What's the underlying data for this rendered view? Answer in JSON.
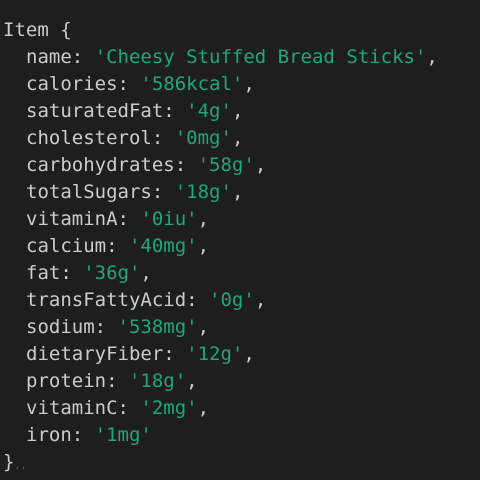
{
  "object": {
    "class_name": "Item",
    "open_brace": "{",
    "close_brace": "}",
    "trailing": ",,",
    "fields": [
      {
        "key": "name",
        "value": "'Cheesy Stuffed Bread Sticks'"
      },
      {
        "key": "calories",
        "value": "'586kcal'"
      },
      {
        "key": "saturatedFat",
        "value": "'4g'"
      },
      {
        "key": "cholesterol",
        "value": "'0mg'"
      },
      {
        "key": "carbohydrates",
        "value": "'58g'"
      },
      {
        "key": "totalSugars",
        "value": "'18g'"
      },
      {
        "key": "vitaminA",
        "value": "'0iu'"
      },
      {
        "key": "calcium",
        "value": "'40mg'"
      },
      {
        "key": "fat",
        "value": "'36g'"
      },
      {
        "key": "transFattyAcid",
        "value": "'0g'"
      },
      {
        "key": "sodium",
        "value": "'538mg'"
      },
      {
        "key": "dietaryFiber",
        "value": "'12g'"
      },
      {
        "key": "protein",
        "value": "'18g'"
      },
      {
        "key": "vitaminC",
        "value": "'2mg'"
      },
      {
        "key": "iron",
        "value": "'1mg'"
      }
    ]
  },
  "colors": {
    "background": "#1e1e1e",
    "text": "#cccccc",
    "string": "#1fa77a"
  }
}
